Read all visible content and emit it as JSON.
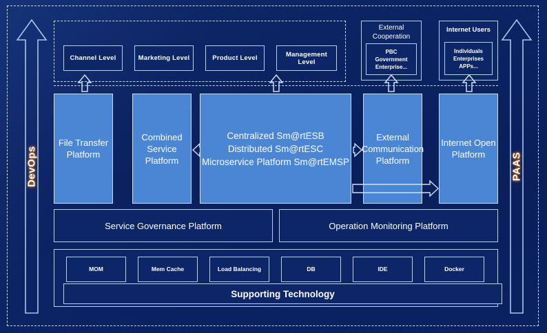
{
  "diagram": {
    "title": "Enterprise Integration Platform Architecture",
    "colors": {
      "background": "#0a2060",
      "panel_dark": "#0d2668",
      "accent_blue": "#4a86d4",
      "outline": "#cfe0f5",
      "label_glow": "#ff8c00"
    },
    "left_arrow": {
      "label": "DevOps",
      "direction": "up"
    },
    "right_arrow": {
      "label": "PAAS",
      "direction": "up"
    },
    "consumer_levels": [
      {
        "label": "Channel Level"
      },
      {
        "label": "Marketing Level"
      },
      {
        "label": "Product Level"
      },
      {
        "label": "Management Level"
      }
    ],
    "external_groups": [
      {
        "title": "External Cooperation",
        "items": "PBC Government Enterprise..."
      },
      {
        "title": "Internet Users",
        "items": "Individuals Enterprises APPs..."
      }
    ],
    "platforms": [
      {
        "label": "File Transfer Platform"
      },
      {
        "label": "Combined Service Platform"
      },
      {
        "label": "Centralized Sm@rtESB\nDistributed Sm@rtESC\nMicroservice Platform Sm@rtEMSP"
      },
      {
        "label": "External Communication Platform"
      },
      {
        "label": "Internet Open Platform"
      }
    ],
    "platform_lines": {
      "centralized": "Centralized Sm@rtESB",
      "distributed": "Distributed Sm@rtESC",
      "microservice": "Microservice Platform Sm@rtEMSP"
    },
    "governance": [
      {
        "label": "Service Governance Platform"
      },
      {
        "label": "Operation Monitoring Platform"
      }
    ],
    "technologies": [
      {
        "label": "MOM"
      },
      {
        "label": "Mem Cache"
      },
      {
        "label": "Load Balancing"
      },
      {
        "label": "DB"
      },
      {
        "label": "IDE"
      },
      {
        "label": "Docker"
      }
    ],
    "supporting_bar": {
      "label": "Supporting Technology"
    }
  }
}
